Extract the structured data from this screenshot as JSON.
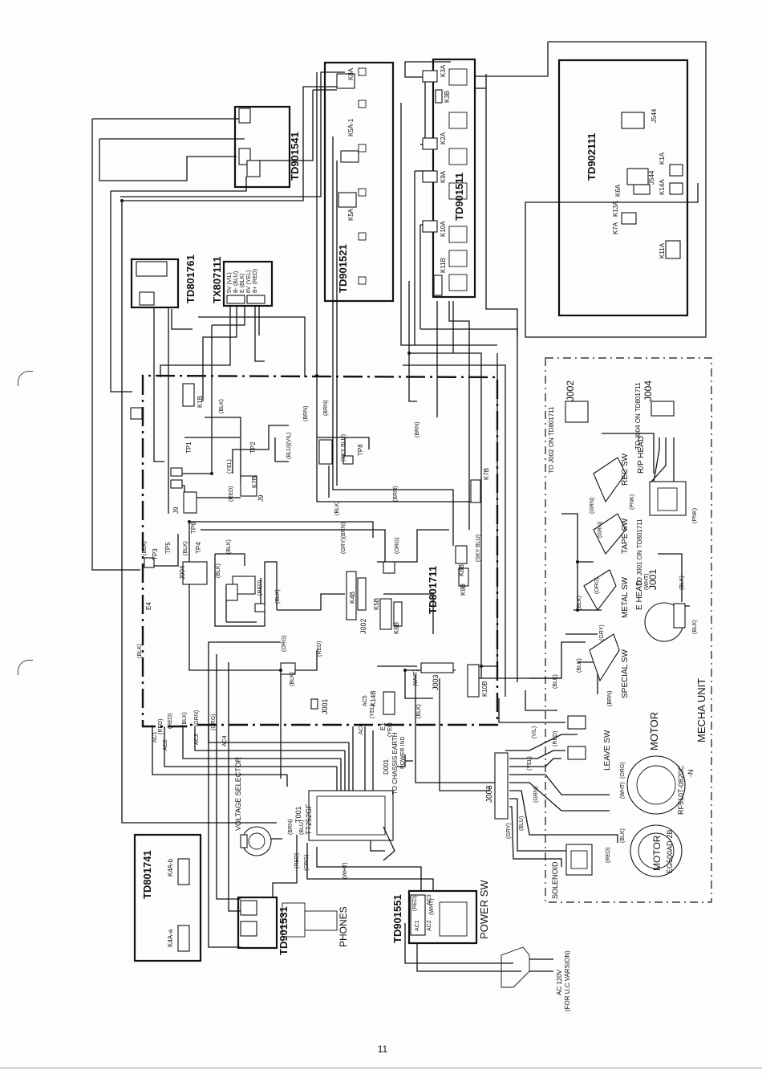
{
  "page_number": "11",
  "boards": {
    "td901541": "TD901541",
    "td901521": "TD901521",
    "td901511": "TD901511",
    "td902111": "TD902111",
    "td801761": "TD801761",
    "tx807111": "TX807111",
    "td801711": "TD801711",
    "td801741": "TD801741",
    "td901531": "TD901531",
    "td901551": "TD901551"
  },
  "mecha": {
    "title": "MECHA UNIT",
    "j002_note": "TO J002 ON TD801711",
    "j002": "J002",
    "j004_note": "TO J004 ON TD801711",
    "j004": "J004",
    "j001_note": "TO J001 ON TD801711",
    "j001": "J001",
    "rec_sw": "REC SW",
    "rp_head": "R/P HEAD",
    "tape_sw": "TAPE SW",
    "metal_sw": "METAL SW",
    "e_head": "E HEAD",
    "special_sw": "SPECIAL SW",
    "leave_sw": "LEAVE SW",
    "motor1": "MOTOR",
    "motor1_model": "RF510T-0820C",
    "motor1_suffix": "-N",
    "motor2": "MOTOR",
    "motor2_model": "EG500AD-2B",
    "solenoid": "SOLENOID"
  },
  "power": {
    "voltage_selector": "VOLTAGE SELECTOR",
    "t001": "T001",
    "t001_model": "TT252GF",
    "phones": "PHONES",
    "power_sw": "POWER SW",
    "ac_note1": "AC 120V",
    "ac_note2": "(FOR U.C VARSION)",
    "chassis": "TO CHASSIS EARTH",
    "d001": "D001",
    "power_ind": "POWER IND"
  },
  "connectors": {
    "j003": "J003",
    "j001": "J001",
    "j002": "J002",
    "j003b": "J003",
    "k1a": "K1A",
    "k2a": "K2A",
    "k3a": "K3A",
    "k3b": "K3B",
    "k5a": "K5A",
    "k5a1": "K5A-1",
    "k8a": "K8A",
    "k9a": "K9A",
    "k10a": "K10A",
    "k11b": "K11B",
    "k6a": "K6A",
    "k7a": "K7A",
    "k13a": "K13A",
    "k14a": "K14A",
    "k11a": "K11A",
    "j544": "J544",
    "j544b": "J544",
    "k1b": "K1B",
    "k2b": "K2B",
    "k4b": "K4B",
    "k5b": "K5B",
    "k6b": "K6B",
    "k7b": "K7B",
    "k8b": "K8B",
    "k9b": "K9B",
    "k10b": "K10B",
    "k14b": "K14B",
    "k4a_a": "K4A-a",
    "k4a_b": "K4A-b",
    "j9": "J9",
    "j9b": "J9",
    "j004": "J004",
    "tp1": "TP1",
    "tp2": "TP2",
    "tp3": "TP3",
    "tp4": "TP4",
    "tp5": "TP5",
    "tp6": "TP6",
    "tp8": "TP8",
    "e4": "E4",
    "e1": "E1"
  },
  "wire_labels": {
    "blk": "(BLK)",
    "red": "(RED)",
    "wht": "(WHT)",
    "grn": "(GRN)",
    "brn": "(BRN)",
    "org": "(ORG)",
    "blu": "(BLU)",
    "yel": "(YEL)",
    "gry": "(GRY)",
    "pnk": "(PNK)",
    "vil": "(VIL)",
    "ac1": "AC1",
    "ac2": "AC2",
    "ac3": "AC3",
    "ac4": "AC4",
    "ac5": "AC5",
    "ac6": "AC6",
    "gry_brn": "(GRY)(BRN)",
    "blu_vil": "(BLU)(VIL)",
    "sky_blu": "(SKY BLU)",
    "tx_5v": "5V (VIL)",
    "tx_bminus": "B- (BLU)",
    "tx_e": "E (BLK)",
    "tx_6v": "6V (YEL)",
    "tx_bplus": "B+ (RED)"
  }
}
